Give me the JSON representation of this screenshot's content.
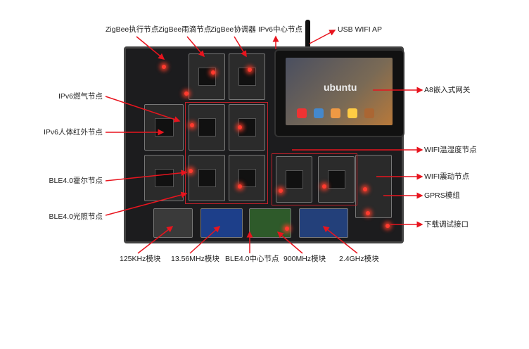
{
  "labels": {
    "zigbee_actuator": "ZigBee执行节点",
    "zigbee_raindrop": "ZigBee雨滴节点",
    "zigbee_coordinator": "ZigBee协调器",
    "ipv6_center": "IPv6中心节点",
    "usb_wifi_ap": "USB WIFI AP",
    "a8_gateway": "A8嵌入式网关",
    "ipv6_gas": "IPv6燃气节点",
    "ipv6_infrared": "IPv6人体红外节点",
    "ble_hall": "BLE4.0霍尔节点",
    "ble_light": "BLE4.0光照节点",
    "wifi_temp_humidity": "WIFI温湿度节点",
    "wifi_vibration": "WIFI震动节点",
    "gprs": "GPRS模组",
    "debug_port": "下载调试接口",
    "rfid_125khz": "125KHz模块",
    "rfid_1356mhz": "13.56MHz模块",
    "ble_center": "BLE4.0中心节点",
    "mhz900": "900MHz模块",
    "ghz24": "2.4GHz模块"
  },
  "screen_brand": "ubuntu",
  "colors": {
    "arrow": "#e8141e",
    "board": "#1c1c1e"
  }
}
